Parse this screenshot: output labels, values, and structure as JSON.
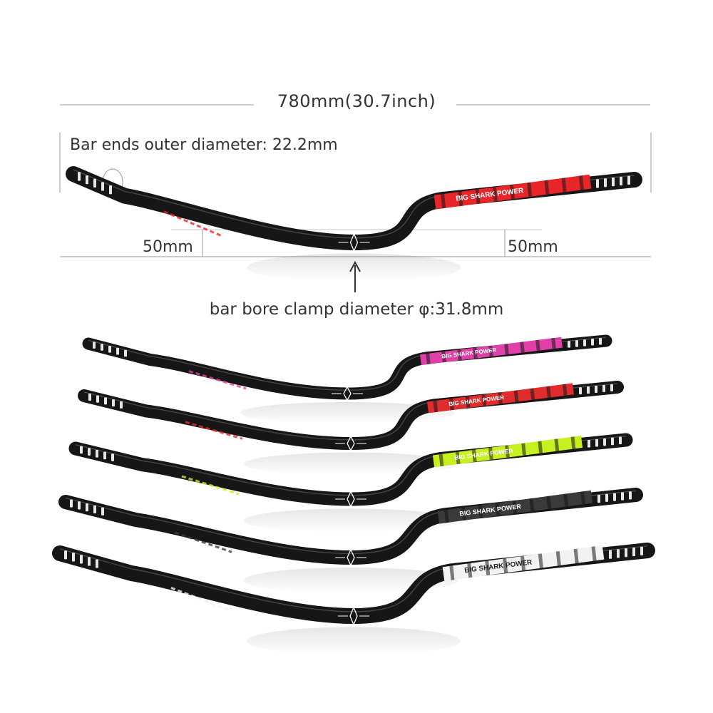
{
  "dimensions": {
    "width_label": "780mm(30.7inch)",
    "bar_ends_label": "Bar ends outer diameter: 22.2mm",
    "rise_left_label": "50mm",
    "rise_right_label": "50mm",
    "clamp_label": "bar bore clamp diameter φ:31.8mm"
  },
  "brand_text": "BIG SHARK POWER",
  "main_bar": {
    "accent_color": "#e8262a"
  },
  "variants": [
    {
      "name": "pink",
      "accent_color": "#e040a8"
    },
    {
      "name": "red",
      "accent_color": "#e02c2c"
    },
    {
      "name": "green",
      "accent_color": "#c7f020"
    },
    {
      "name": "black",
      "accent_color": "#3a3a3a"
    },
    {
      "name": "white",
      "accent_color": "#f2f2f2"
    }
  ],
  "colors": {
    "bar_body": "#161616",
    "line": "#9a9a9a",
    "text": "#333333"
  }
}
